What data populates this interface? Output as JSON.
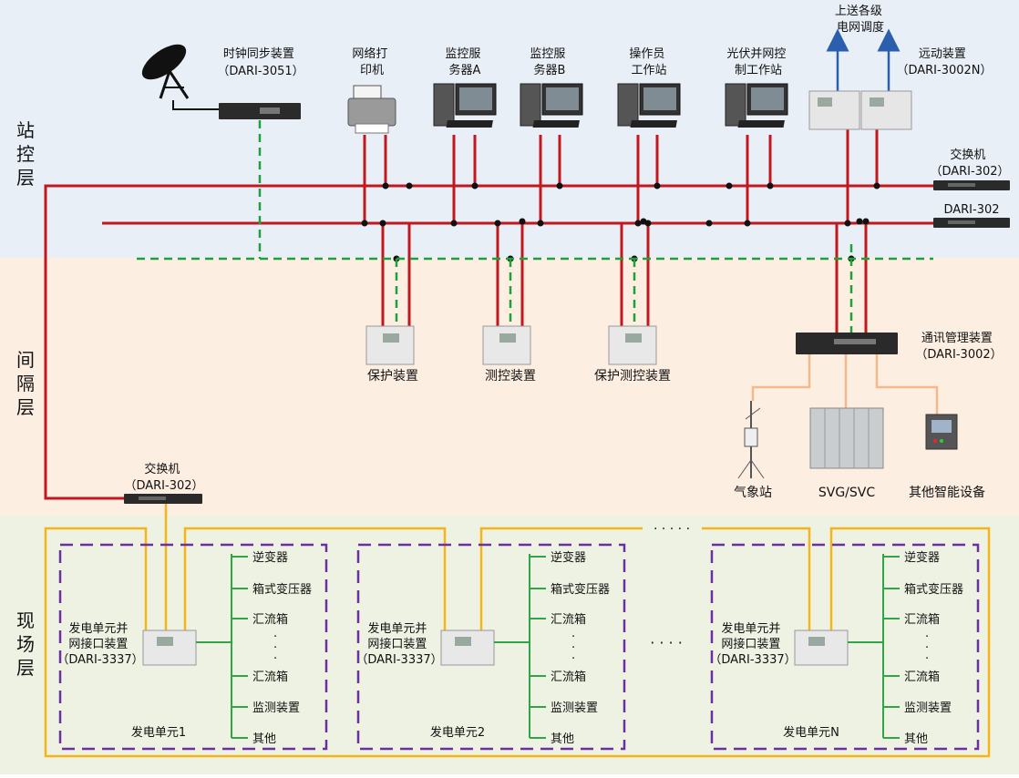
{
  "layers": {
    "station": "站\n控\n层",
    "bay": "间\n隔\n层",
    "field": "现\n场\n层"
  },
  "colors": {
    "station_bg": "#e9eff6",
    "bay_bg": "#fdeee2",
    "field_bg": "#eef2e3",
    "red_bus": "#c2171f",
    "green_dashed": "#1ea03a",
    "orange": "#f5b51a",
    "purple_dashed": "#6a2fa0",
    "peach": "#f3b98c",
    "blue_arrow": "#2b5fae",
    "green_line": "#2fa547"
  },
  "station_devices": {
    "clock": {
      "name": "时钟同步装置",
      "model": "（DARI-3051）"
    },
    "printer": {
      "line1": "网络打",
      "line2": "印机"
    },
    "server_a": {
      "line1": "监控服",
      "line2": "务器A"
    },
    "server_b": {
      "line1": "监控服",
      "line2": "务器B"
    },
    "operator": {
      "line1": "操作员",
      "line2": "工作站"
    },
    "pv_control": {
      "line1": "光伏并网控",
      "line2": "制工作站"
    },
    "telecontrol": {
      "name": "远动装置",
      "model": "（DARI-3002N）"
    },
    "dispatch": {
      "line1": "上送各级",
      "line2": "电网调度"
    },
    "switch1": {
      "name": "交换机",
      "model": "（DARI-302）"
    },
    "switch2": {
      "model": "DARI-302"
    }
  },
  "bay_devices": {
    "protection": "保护装置",
    "measure": "测控装置",
    "prot_measure": "保护测控装置",
    "comm_manager": {
      "name": "通讯管理装置",
      "model": "（DARI-3002）"
    },
    "weather": "气象站",
    "svg": "SVG/SVC",
    "smart": "其他智能设备",
    "field_switch": {
      "name": "交换机",
      "model": "（DARI-302）"
    }
  },
  "units": [
    {
      "device_l1": "发电单元并",
      "device_l2": "网接口装置",
      "device_l3": "（DARI-3337）",
      "title": "发电单元1",
      "items": [
        "逆变器",
        "箱式变压器",
        "汇流箱",
        "汇流箱",
        "监测装置",
        "其他"
      ]
    },
    {
      "device_l1": "发电单元并",
      "device_l2": "网接口装置",
      "device_l3": "（DARI-3337）",
      "title": "发电单元2",
      "items": [
        "逆变器",
        "箱式变压器",
        "汇流箱",
        "汇流箱",
        "监测装置",
        "其他"
      ]
    },
    {
      "device_l1": "发电单元并",
      "device_l2": "网接口装置",
      "device_l3": "（DARI-3337）",
      "title": "发电单元N",
      "items": [
        "逆变器",
        "箱式变压器",
        "汇流箱",
        "汇流箱",
        "监测装置",
        "其他"
      ]
    }
  ],
  "dots": {
    "vertical": "·",
    "h_between": "· · · ·",
    "top_gap": "· · · · ·"
  }
}
